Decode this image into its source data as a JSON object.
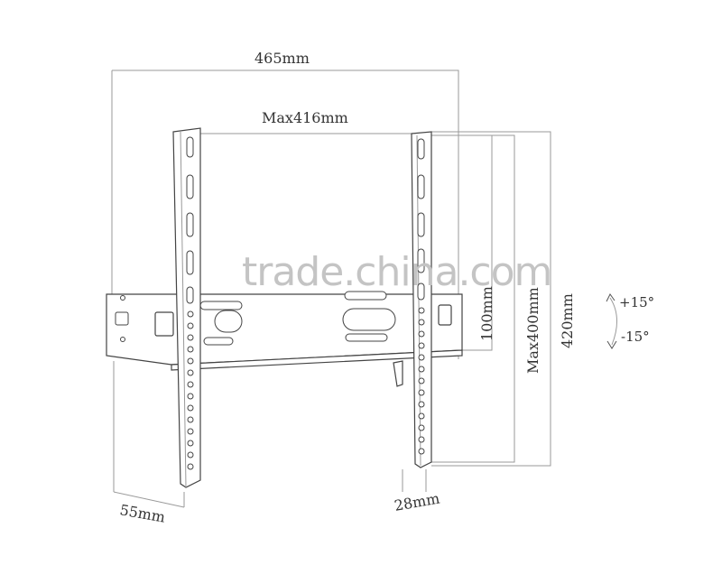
{
  "dimensions": {
    "overall_width": "465mm",
    "max_hole_width": "Max416mm",
    "plate_height": "100mm",
    "max_hole_height": "Max400mm",
    "overall_height": "420mm",
    "depth": "55mm",
    "arm_width": "28mm"
  },
  "tilt": {
    "up": "+15°",
    "down": "-15°"
  },
  "watermark": "trade.china.com"
}
